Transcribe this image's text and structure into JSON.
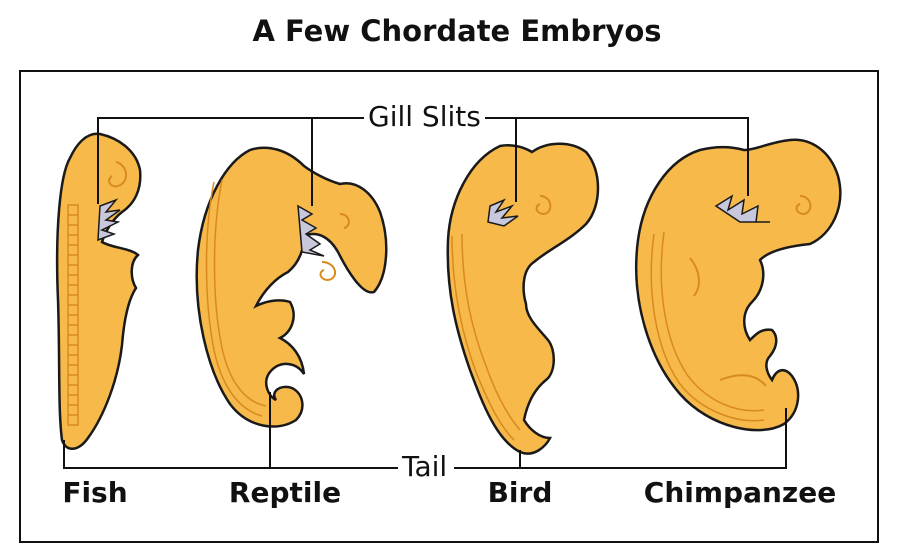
{
  "title": "A Few Chordate Embryos",
  "callouts": {
    "gill_slits": "Gill Slits",
    "tail": "Tail"
  },
  "species": [
    "Fish",
    "Reptile",
    "Bird",
    "Chimpanzee"
  ],
  "colors": {
    "embryo_fill": "#f6b94a",
    "embryo_outline": "#1a1a1a",
    "segment_line": "#d98a1e",
    "gill_tint": "#c8c8dc",
    "line": "#111111"
  }
}
